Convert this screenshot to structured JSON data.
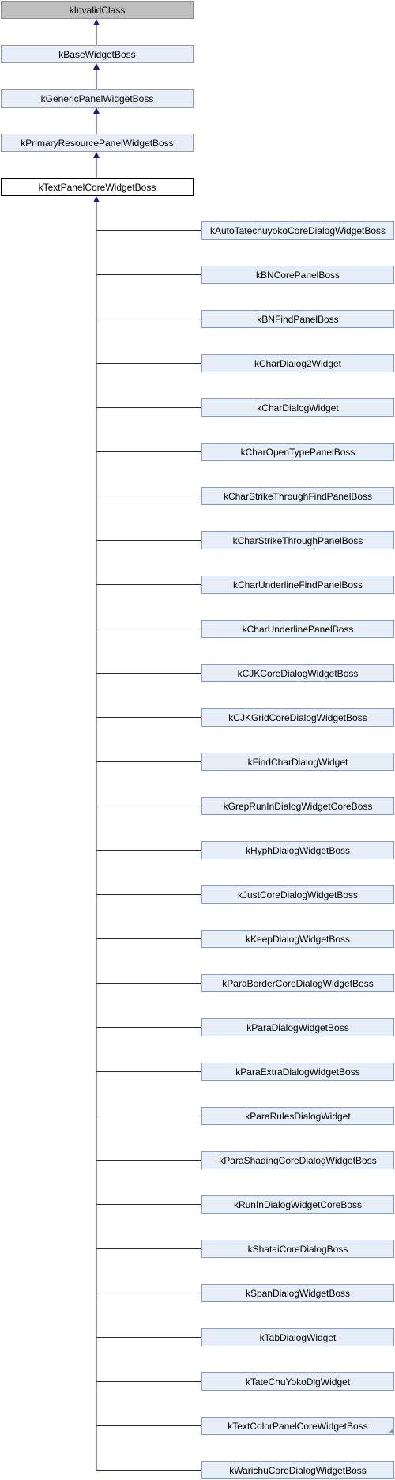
{
  "colors": {
    "line": "#1a1f8a",
    "node_fill": "#e8eef7",
    "node_border": "#8a9cc0",
    "root_fill": "#bfbfbf",
    "current_border": "#000000"
  },
  "ancestors": [
    {
      "label": "kInvalidClass",
      "style": "gray"
    },
    {
      "label": "kBaseWidgetBoss",
      "style": "link"
    },
    {
      "label": "kGenericPanelWidgetBoss",
      "style": "link"
    },
    {
      "label": "kPrimaryResourcePanelWidgetBoss",
      "style": "link"
    },
    {
      "label": "kTextPanelCoreWidgetBoss",
      "style": "current"
    }
  ],
  "children": [
    {
      "label": "kAutoTatechuyokoCoreDialogWidgetBoss"
    },
    {
      "label": "kBNCorePanelBoss"
    },
    {
      "label": "kBNFindPanelBoss"
    },
    {
      "label": "kCharDialog2Widget"
    },
    {
      "label": "kCharDialogWidget"
    },
    {
      "label": "kCharOpenTypePanelBoss"
    },
    {
      "label": "kCharStrikeThroughFindPanelBoss"
    },
    {
      "label": "kCharStrikeThroughPanelBoss"
    },
    {
      "label": "kCharUnderlineFindPanelBoss"
    },
    {
      "label": "kCharUnderlinePanelBoss"
    },
    {
      "label": "kCJKCoreDialogWidgetBoss"
    },
    {
      "label": "kCJKGridCoreDialogWidgetBoss"
    },
    {
      "label": "kFindCharDialogWidget"
    },
    {
      "label": "kGrepRunInDialogWidgetCoreBoss"
    },
    {
      "label": "kHyphDialogWidgetBoss"
    },
    {
      "label": "kJustCoreDialogWidgetBoss"
    },
    {
      "label": "kKeepDialogWidgetBoss"
    },
    {
      "label": "kParaBorderCoreDialogWidgetBoss"
    },
    {
      "label": "kParaDialogWidgetBoss"
    },
    {
      "label": "kParaExtraDialogWidgetBoss"
    },
    {
      "label": "kParaRulesDialogWidget"
    },
    {
      "label": "kParaShadingCoreDialogWidgetBoss"
    },
    {
      "label": "kRunInDialogWidgetCoreBoss"
    },
    {
      "label": "kShataiCoreDialogBoss"
    },
    {
      "label": "kSpanDialogWidgetBoss"
    },
    {
      "label": "kTabDialogWidget"
    },
    {
      "label": "kTateChuYokoDlgWidget"
    },
    {
      "label": "kTextColorPanelCoreWidgetBoss",
      "folded": true
    },
    {
      "label": "kWarichuCoreDialogWidgetBoss"
    }
  ]
}
